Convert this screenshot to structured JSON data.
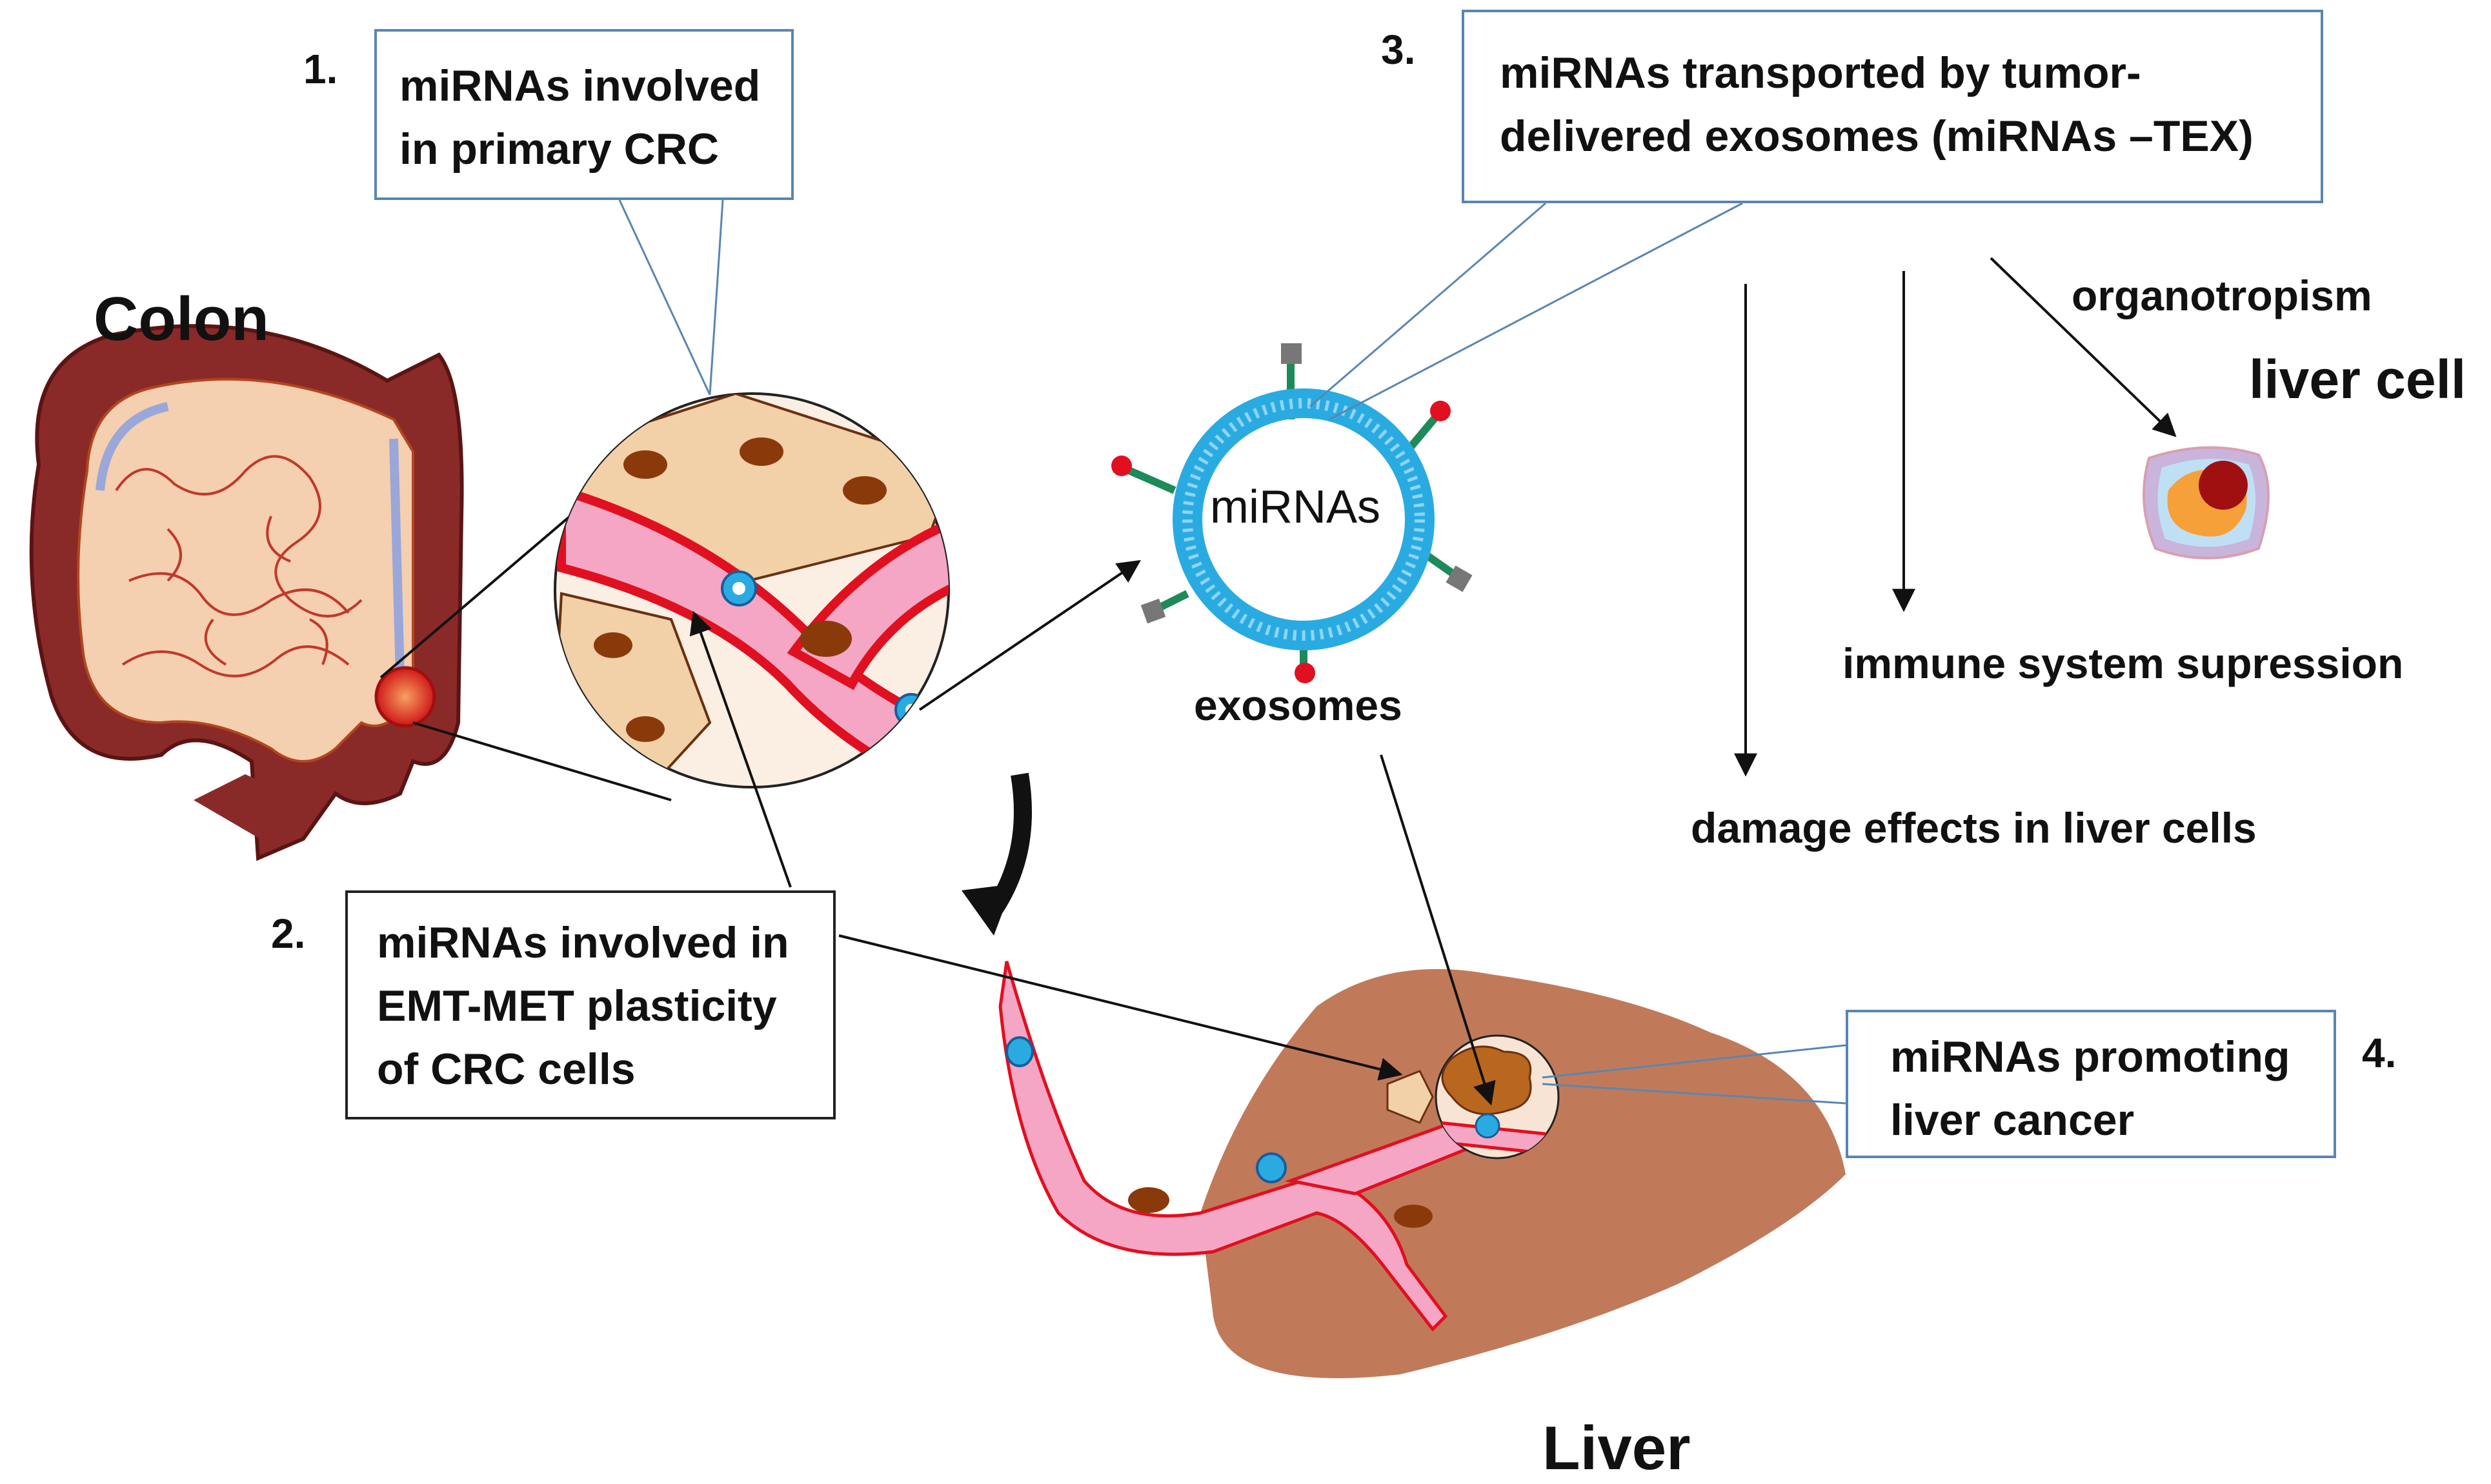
{
  "colon": "Colon",
  "liver": "Liver",
  "liver_cell": "liver cell",
  "exosomes": "exosomes",
  "mirnas_core": "miRNAs",
  "organotropism": "organotropism",
  "immune": "immune system supression",
  "damage": "damage effects in liver cells",
  "step1": {
    "num": "1.",
    "lines": [
      "miRNAs involved",
      "in primary CRC"
    ]
  },
  "step2": {
    "num": "2.",
    "lines": [
      "miRNAs involved in",
      "EMT-MET plasticity",
      "of CRC cells"
    ]
  },
  "step3": {
    "num": "3.",
    "lines": [
      "miRNAs transported by tumor-",
      "delivered exosomes  (miRNAs –TEX)"
    ]
  },
  "step4": {
    "num": "4.",
    "lines": [
      "miRNAs promoting",
      "liver cancer"
    ]
  },
  "colors": {
    "colon_outer": "#8a2a28",
    "colon_inner": "#f4cfb0",
    "vessel_fill": "#f4a6c4",
    "vessel_edge": "#e01020",
    "liver_fill": "#c07a5a",
    "exosome_ring": "#29abe2",
    "cell_fill": "#f2d0a8",
    "nucleus": "#8a3a0a",
    "box_border_blue": "#5a86b2",
    "box_border_dark": "#222222"
  }
}
